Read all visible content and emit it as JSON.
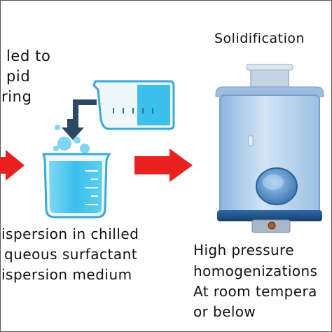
{
  "labels": {
    "left_partial": [
      "led to",
      "pid",
      "ring"
    ],
    "title_right": "Solidification",
    "middle_caption": [
      "ispersion  in chilled",
      "queous  surfactant",
      "ispersion  medium"
    ],
    "right_caption": [
      "High pressure",
      "homogenizations",
      "At room tempera",
      "or below"
    ]
  },
  "colors": {
    "arrow": "#e8231f",
    "beaker_liquid": "#3cc0ec",
    "homogenizer_body": "#b9d3ec",
    "homogenizer_base": "#1f4f86",
    "dark_arrow": "#2b4964"
  },
  "icons": [
    "left-red-arrow-icon",
    "dark-pour-arrow-icon",
    "pouring-beaker-icon",
    "beaker-icon",
    "bubbles-icon",
    "right-red-arrow-icon",
    "homogenizer-icon"
  ]
}
